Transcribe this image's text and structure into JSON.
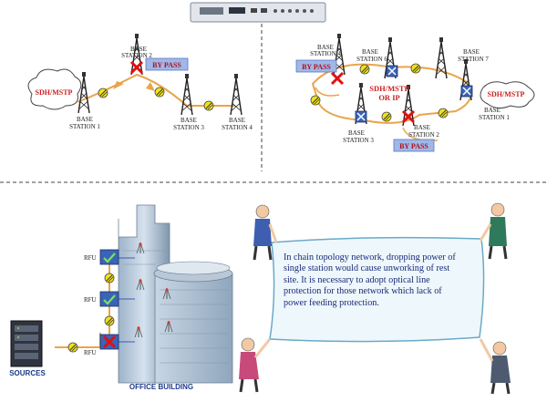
{
  "colors": {
    "link": "#e8a54a",
    "cloud_text": "#cc2020",
    "bypass_box": "#9fb8e8",
    "bypass_text": "#b01020",
    "message_text": "#1a2a7a",
    "caption_text": "#1a3a8a"
  },
  "chain_topology": {
    "cloud_label": "SDH/MSTP",
    "base_station_1": [
      "BASE",
      "STATION 1"
    ],
    "base_station_2": [
      "BASE",
      "STATION 2"
    ],
    "base_station_3": [
      "BASE",
      "STATION 3"
    ],
    "base_station_4": [
      "BASE",
      "STATION 4"
    ],
    "bypass_label": "BY PASS"
  },
  "ring_topology": {
    "base_station_4": [
      "BASE",
      "STATION 4"
    ],
    "base_station_6": [
      "BASE",
      "STATION 6"
    ],
    "base_station_7": [
      "BASE",
      "STATION 7"
    ],
    "base_station_1": [
      "BASE",
      "STATION 1"
    ],
    "base_station_3": [
      "BASE",
      "STATION 3"
    ],
    "base_station_2": [
      "BASE",
      "STATION 2"
    ],
    "center_label": [
      "SDH/MSTP",
      "OR IP"
    ],
    "cloud_label": "SDH/MSTP",
    "bypass_top": "BY PASS",
    "bypass_bottom": "BY PASS"
  },
  "building_scene": {
    "rfu_labels": [
      "RFU",
      "RFU",
      "RFU"
    ],
    "sources_label": "SOURCES",
    "office_label": "OFFICE BUILDING"
  },
  "message": "In chain topology network, dropping power of single station would cause unworking of rest site. It is necessary to adopt optical line protection for those network which lack of power feeding protection."
}
